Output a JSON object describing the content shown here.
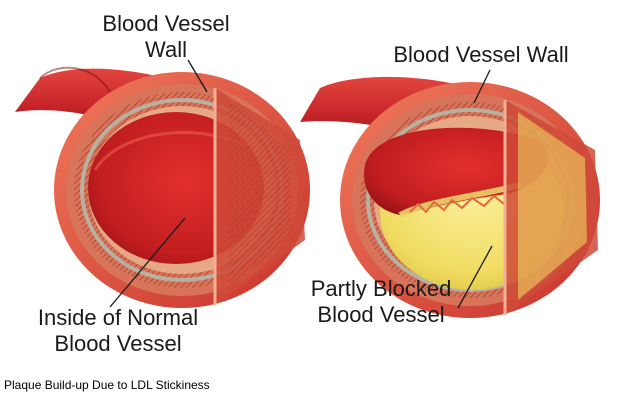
{
  "labels": {
    "normal_wall_line1": "Blood Vessel",
    "normal_wall_line2": "Wall",
    "blocked_wall": "Blood Vessel Wall",
    "normal_inside_line1": "Inside of Normal",
    "normal_inside_line2": "Blood Vessel",
    "blocked_inside_line1": "Partly Blocked",
    "blocked_inside_line2": "Blood Vessel"
  },
  "caption": "Plaque Build-up Due to LDL Stickiness",
  "colors": {
    "vessel_outer": "#c8262a",
    "vessel_dark": "#8e1014",
    "wall_layer": "#e9a07a",
    "wall_stripe": "#b8b0a0",
    "lumen": "#c51f22",
    "plaque": "#f2e06a",
    "plaque_edge": "#d9c24a"
  }
}
